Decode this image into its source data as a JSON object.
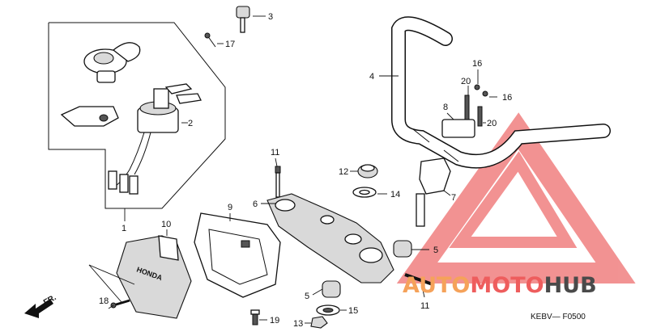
{
  "diagram": {
    "code": "KEBV— F0500",
    "front_marker": "FR.",
    "brand_on_cover": "HONDA",
    "callouts": [
      "1",
      "2",
      "3",
      "4",
      "5",
      "5",
      "6",
      "7",
      "8",
      "9",
      "10",
      "11",
      "11",
      "12",
      "13",
      "14",
      "15",
      "16",
      "16",
      "17",
      "18",
      "19",
      "20",
      "20"
    ]
  },
  "watermark": {
    "text_orange": "AUTO",
    "text_red": "MOTO",
    "text_dark": "HUB",
    "colors": {
      "orange": "#f5a25a",
      "red": "#ee5d5d",
      "dark": "#4a4a4a",
      "logo": "#f08080"
    }
  }
}
